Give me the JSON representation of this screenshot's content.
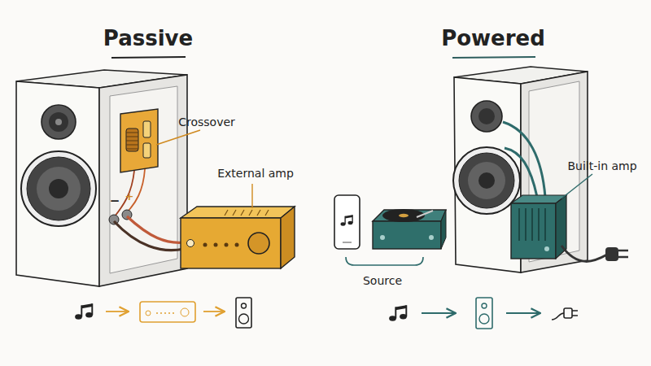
{
  "diagram": {
    "labels": [
      "Passive",
      "Powered",
      "Crossover",
      "Built-in amp",
      "External amp",
      "−",
      "+",
      "Source"
    ]
  }
}
